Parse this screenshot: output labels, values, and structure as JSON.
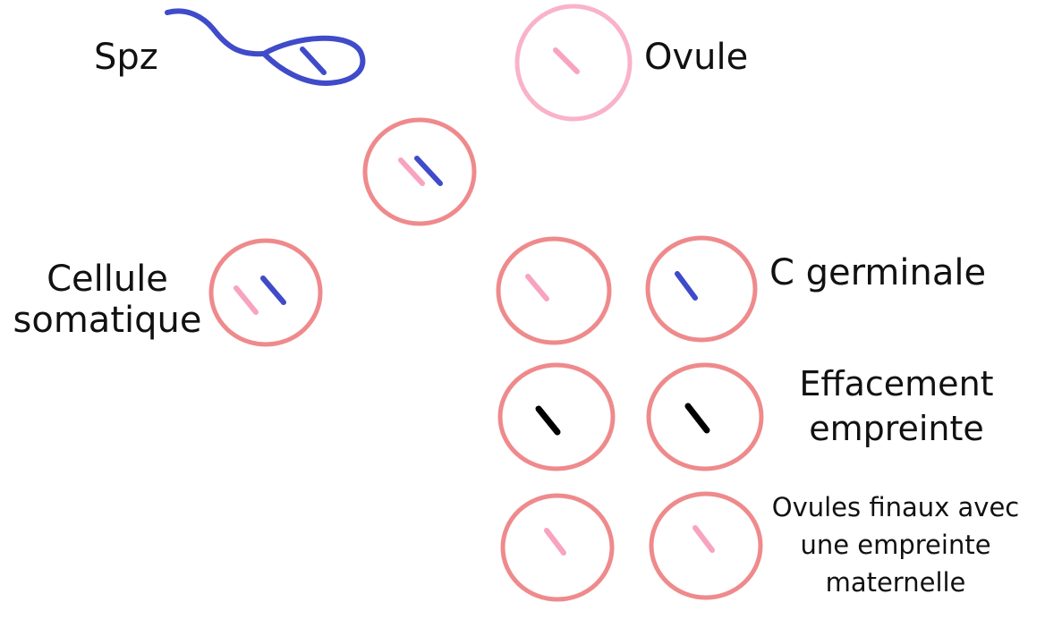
{
  "colors": {
    "paternal": "#3f4bc9",
    "maternal": "#f8a3c0",
    "ovule_ring": "#f9b3c8",
    "cell_ring": "#ef8a8c",
    "erased": "#000000"
  },
  "labels": {
    "spz": "Spz",
    "ovule": "Ovule",
    "cellule_somatique_line1": "Cellule",
    "cellule_somatique_line2": "somatique",
    "c_germinale": "C germinale",
    "effacement_line1": "Effacement",
    "effacement_line2": "empreinte",
    "ovules_finaux_line1": "Ovules finaux avec",
    "ovules_finaux_line2": "une empreinte",
    "ovules_finaux_line3": "maternelle"
  },
  "cells": [
    {
      "name": "ovule-cell",
      "chromosomes": [
        "maternal"
      ]
    },
    {
      "name": "zygote-cell",
      "chromosomes": [
        "maternal",
        "paternal"
      ]
    },
    {
      "name": "somatic-cell",
      "chromosomes": [
        "maternal",
        "paternal"
      ]
    },
    {
      "name": "germinal-cell-maternal",
      "chromosomes": [
        "maternal"
      ]
    },
    {
      "name": "germinal-cell-paternal",
      "chromosomes": [
        "paternal"
      ]
    },
    {
      "name": "erased-cell-1",
      "chromosomes": [
        "erased"
      ]
    },
    {
      "name": "erased-cell-2",
      "chromosomes": [
        "erased"
      ]
    },
    {
      "name": "final-ovule-1",
      "chromosomes": [
        "maternal"
      ]
    },
    {
      "name": "final-ovule-2",
      "chromosomes": [
        "maternal"
      ]
    }
  ]
}
